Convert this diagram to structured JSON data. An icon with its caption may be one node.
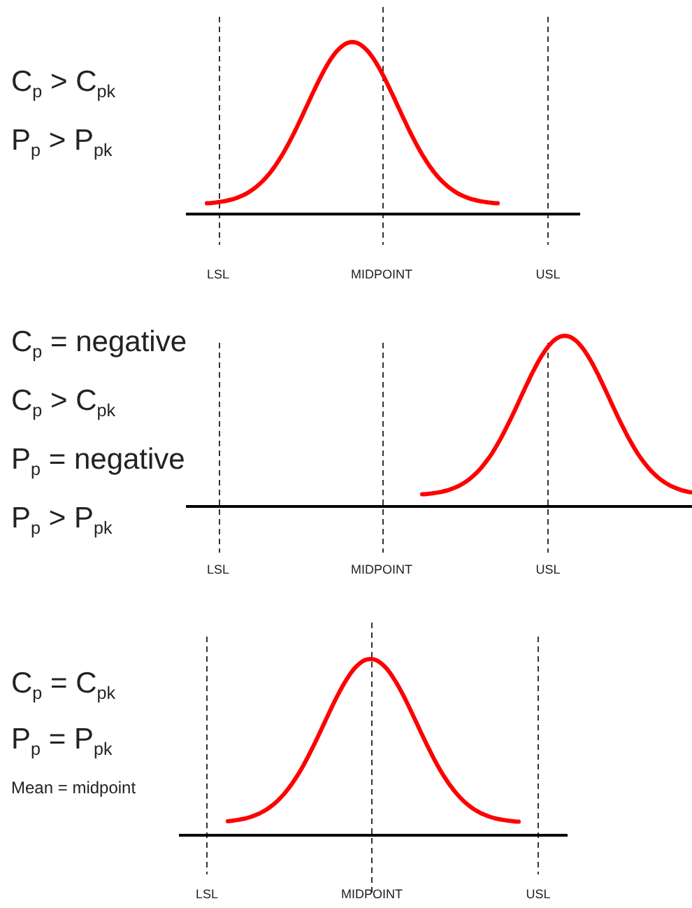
{
  "diagram": {
    "labels": [
      "C$_{p}$ > C$_{pk}$",
      "P$_{p}$ > P$_{pk}$",
      "LSL",
      "MIDPOINT",
      "USL",
      "C$_{p}$ = negative",
      "C$_{p}$ > C$_{pk}$",
      "P$_{p}$ = negative",
      "P$_{p}$ > P$_{pk}$",
      "LSL",
      "MIDPOINT",
      "USL",
      "C$_{p}$ = C$_{pk}$",
      "P$_{p}$ = P$_{pk}$",
      "Mean = midpoint",
      "LSL",
      "MIDPOINT",
      "USL"
    ]
  }
}
